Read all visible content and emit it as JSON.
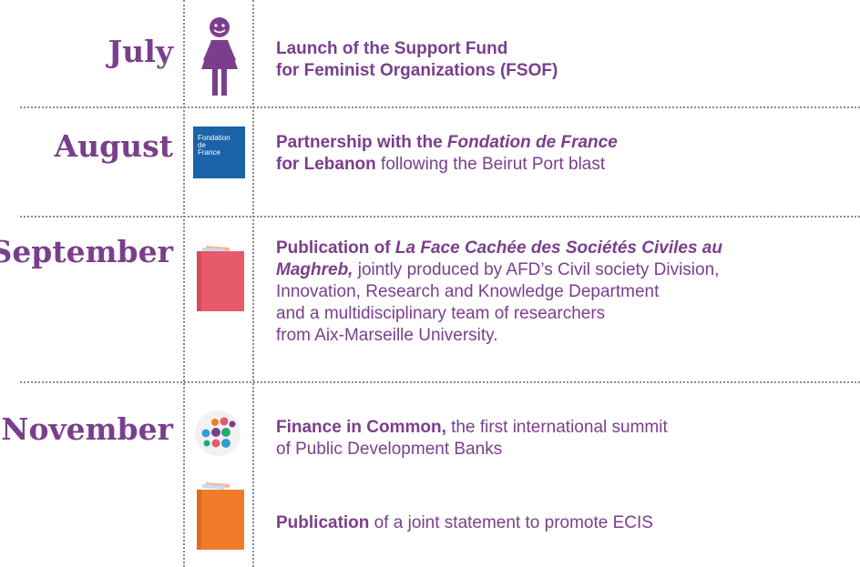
{
  "months": {
    "july": "July",
    "august": "August",
    "september": "September",
    "november": "November"
  },
  "entries": {
    "july": {
      "bold1": "Launch",
      "rest1": " of the Support Fund",
      "line2": "for Feminist Organizations (FSOF)"
    },
    "august": {
      "bold1": "Partnership",
      "normal1": " with the ",
      "italic1": "Fondation de France",
      "bold2": "for Lebanon",
      "normal2": " following the Beirut Port blast",
      "logo_line1": "Fondation",
      "logo_line2": "de",
      "logo_line3": "France"
    },
    "september": {
      "bold1": "Publication",
      "normal1": " of ",
      "italic1": "La Face Cachée des Sociétés Civiles au",
      "italic2": "Maghreb,",
      "normal2": " jointly produced by AFD’s Civil society Division,",
      "line3": "Innovation, Research and Knowledge Department",
      "line4": "and a multidisciplinary team of researchers",
      "line5": "from Aix-Marseille University."
    },
    "november1": {
      "bold1": "Finance in Common,",
      "normal1": " the first international summit",
      "line2": "of Public Development Banks"
    },
    "november2": {
      "bold1": "Publication",
      "normal1": " of a joint statement to promote ECIS"
    }
  },
  "icons": {
    "july": "woman-figure-icon",
    "august": "fondation-de-france-logo",
    "september": "pink-book-icon",
    "november1": "finance-in-common-logo",
    "november2": "orange-book-icon"
  },
  "colors": {
    "text": "#7a3f8c",
    "month": "#7a3f8c",
    "fdf_logo": "#1a63a8",
    "pink_book": "#e75a6c",
    "orange_book": "#f07c2a"
  }
}
